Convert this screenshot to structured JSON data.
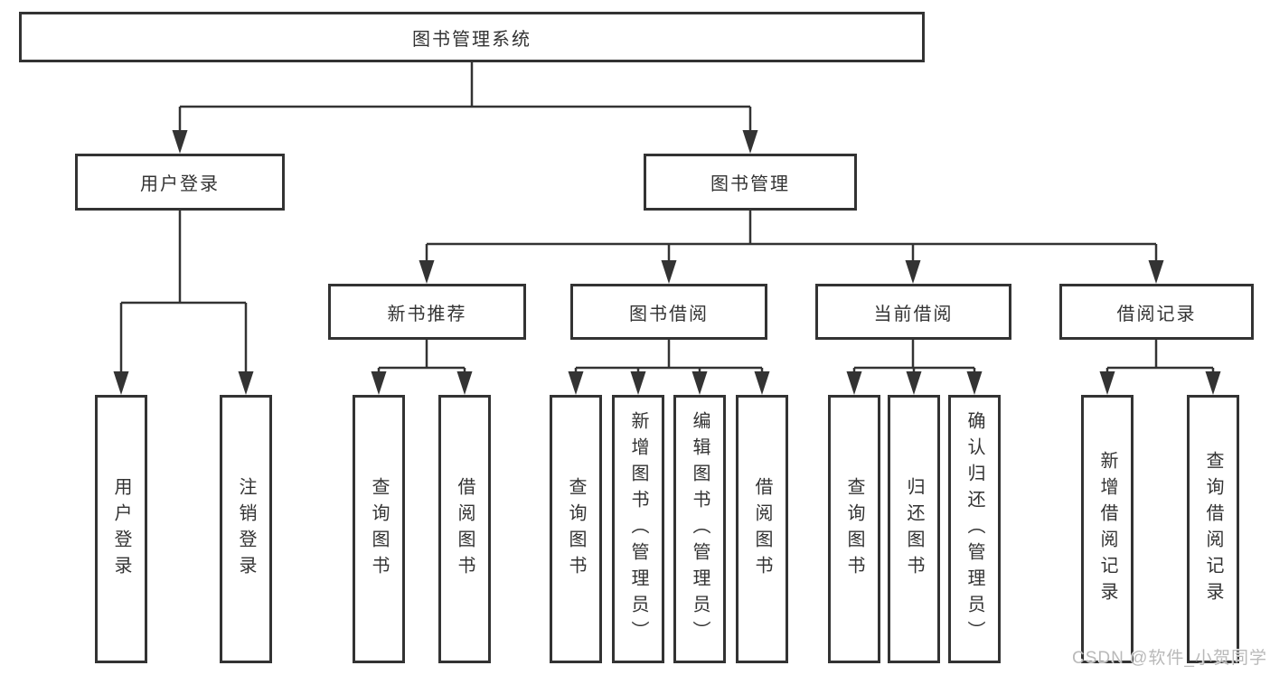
{
  "diagram": {
    "title": "图书管理系统",
    "children": [
      {
        "label": "用户登录",
        "children": [
          {
            "label": "用户登录"
          },
          {
            "label": "注销登录"
          }
        ]
      },
      {
        "label": "图书管理",
        "children": [
          {
            "label": "新书推荐",
            "children": [
              {
                "label": "查询图书"
              },
              {
                "label": "借阅图书"
              }
            ]
          },
          {
            "label": "图书借阅",
            "children": [
              {
                "label": "查询图书"
              },
              {
                "label": "新增图书（管理员）"
              },
              {
                "label": "编辑图书（管理员）"
              },
              {
                "label": "借阅图书"
              }
            ]
          },
          {
            "label": "当前借阅",
            "children": [
              {
                "label": "查询图书"
              },
              {
                "label": "归还图书"
              },
              {
                "label": "确认归还（管理员）"
              }
            ]
          },
          {
            "label": "借阅记录",
            "children": [
              {
                "label": "新增借阅记录"
              },
              {
                "label": "查询借阅记录"
              }
            ]
          }
        ]
      }
    ]
  },
  "watermark": "CSDN @软件_小贺同学",
  "colors": {
    "line": "#333333",
    "text": "#333333",
    "box_fill": "#ffffff",
    "watermark": "#b9b9b9",
    "background": "#ffffff"
  }
}
